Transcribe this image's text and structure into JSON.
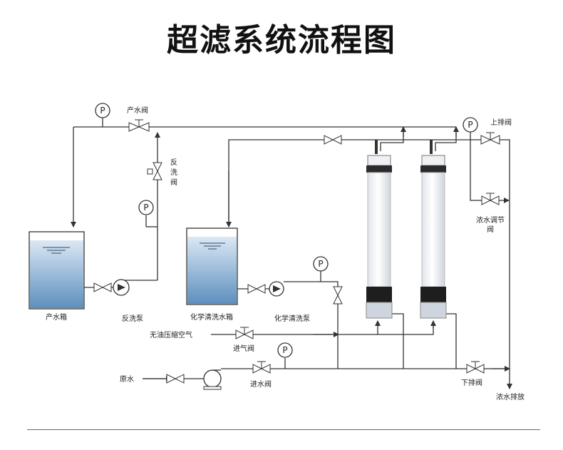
{
  "title": "超滤系统流程图",
  "labels": {
    "product_valve": "产水阀",
    "backwash_valve_1": "反",
    "backwash_valve_2": "洗",
    "backwash_valve_3": "阀",
    "product_tank": "产水箱",
    "backwash_pump": "反洗泵",
    "chem_tank": "化学清洗水箱",
    "chem_pump": "化学清洗泵",
    "top_drain_valve": "上排阀",
    "conc_adjust_valve_1": "浓水调节",
    "conc_adjust_valve_2": "阀",
    "air_source": "无油压缩空气",
    "air_valve": "进气阀",
    "raw_water": "原水",
    "inlet_valve": "进水阀",
    "bottom_drain_valve": "下排阀",
    "conc_drain": "浓水排放"
  },
  "gauge_letter": "P",
  "colors": {
    "water_top": "#dbe8f4",
    "water_bottom": "#5d8fbe",
    "pipe": "#333333",
    "membrane": "#f6f7fb",
    "membrane_cap": "#1e1e1e"
  }
}
